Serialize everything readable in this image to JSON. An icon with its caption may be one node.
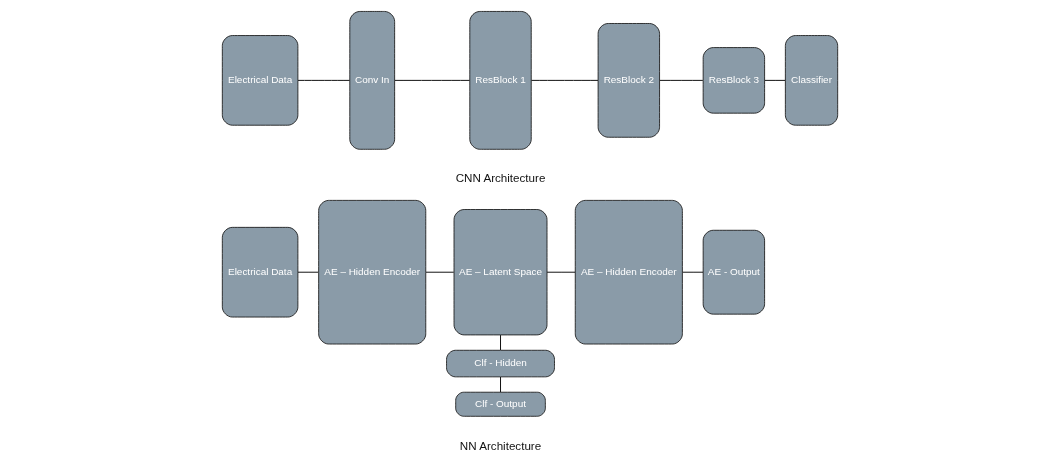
{
  "diagram": {
    "nodes": [
      {
        "text": [
          "Electrical Data"
        ]
      },
      {
        "text": [
          "AE – Hidden Encoder"
        ]
      },
      {
        "text": [
          "AE – Latent Space"
        ]
      },
      {
        "text": [
          "AE – Hidden Encoder"
        ]
      },
      {
        "text": [
          "AE - Output"
        ]
      },
      {
        "text": [
          "Clf - Hidden"
        ]
      },
      {
        "text": [
          "Clf - Output"
        ]
      },
      {
        "text": [
          "Electrical Data"
        ]
      },
      {
        "text": [
          "Conv In"
        ]
      },
      {
        "text": [
          "ResBlock 1"
        ]
      },
      {
        "text": [
          "ResBlock 2"
        ]
      },
      {
        "text": [
          "ResBlock 3"
        ]
      },
      {
        "text": [
          "Classifier"
        ]
      }
    ],
    "edges": [
      {
        "from": 0,
        "to": 1,
        "arrow": "none"
      },
      {
        "from": 1,
        "to": 2,
        "arrow": "none"
      },
      {
        "from": 2,
        "to": 3,
        "arrow": "none"
      },
      {
        "from": 3,
        "to": 4,
        "arrow": "none"
      },
      {
        "from": 2,
        "to": 5,
        "arrow": "none"
      },
      {
        "from": 5,
        "to": 6,
        "arrow": "none"
      },
      {
        "from": 7,
        "to": 8,
        "arrow": "none"
      },
      {
        "from": 8,
        "to": 9,
        "arrow": "none"
      },
      {
        "from": 9,
        "to": 10,
        "arrow": "none"
      },
      {
        "from": 10,
        "to": 11,
        "arrow": "none"
      },
      {
        "from": 11,
        "to": 12,
        "arrow": "none"
      }
    ],
    "labels": [
      "NN Architecture",
      "CNN Architecture"
    ]
  }
}
